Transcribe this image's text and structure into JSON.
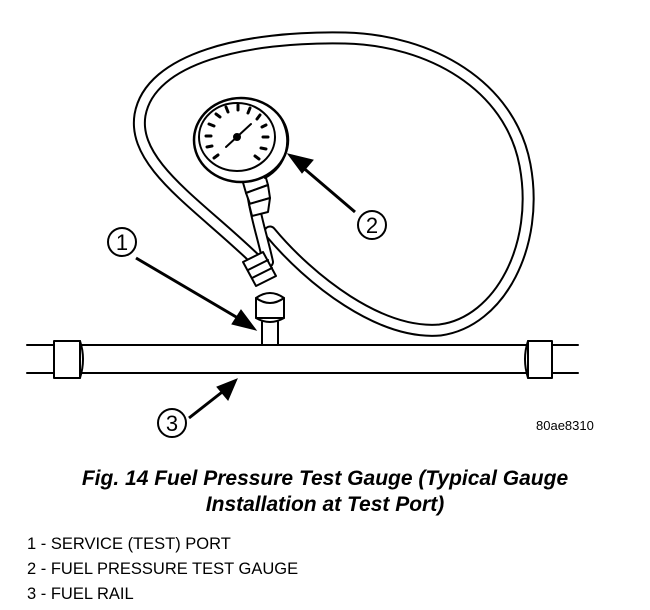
{
  "figure": {
    "code": "80ae8310",
    "caption_line1": "Fig. 14 Fuel Pressure Test Gauge (Typical Gauge",
    "caption_line2": "Installation at Test Port)"
  },
  "callouts": [
    {
      "number": "1"
    },
    {
      "number": "2"
    },
    {
      "number": "3"
    }
  ],
  "legend": [
    "1 - SERVICE (TEST) PORT",
    "2 - FUEL PRESSURE TEST GAUGE",
    "3 - FUEL RAIL"
  ],
  "colors": {
    "ink": "#000000",
    "paper": "#ffffff"
  }
}
